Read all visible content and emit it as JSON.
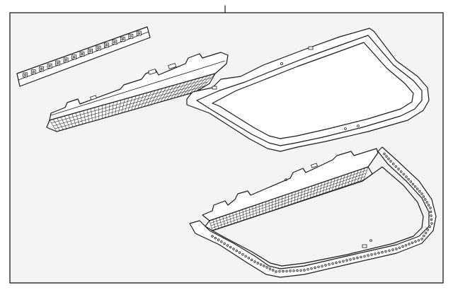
{
  "diagram": {
    "panel_color": "#f4f4f4",
    "line_color": "#1a1a1a",
    "parts": [
      {
        "name": "led-circuit-board",
        "led_count": 15
      },
      {
        "name": "lamp-housing"
      },
      {
        "name": "lens-frame"
      },
      {
        "name": "lamp-assembly"
      }
    ]
  }
}
